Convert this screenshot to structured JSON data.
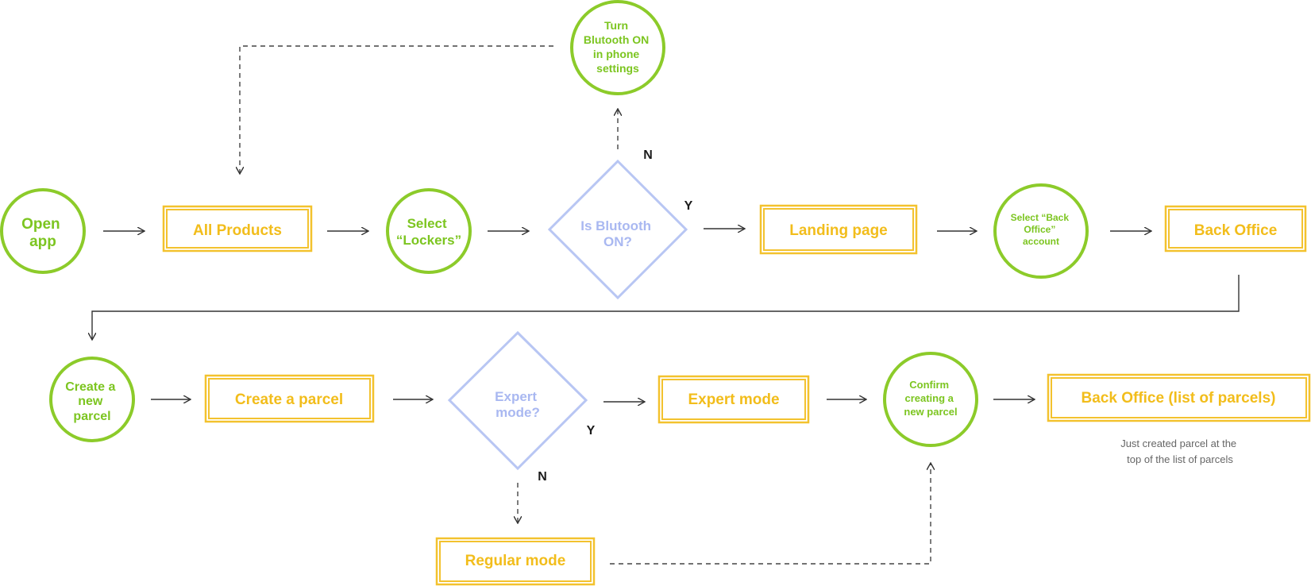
{
  "flowchart": {
    "open_app": [
      "Open",
      "app"
    ],
    "all_products": "All Products",
    "select_lockers": [
      "Select",
      "“Lockers”"
    ],
    "is_bluetooth_on": [
      "Is Blutooth",
      "ON?"
    ],
    "turn_bluetooth_on": [
      "Turn",
      "Blutooth ON",
      "in phone",
      "settings"
    ],
    "label_n_top": "N",
    "label_y_top": "Y",
    "landing_page": "Landing page",
    "select_back_office": [
      "Select “Back",
      "Office”",
      "account"
    ],
    "back_office": "Back Office",
    "create_new_parcel": [
      "Create a",
      "new",
      "parcel"
    ],
    "create_a_parcel": "Create a parcel",
    "expert_mode_q": [
      "Expert",
      "mode?"
    ],
    "label_y_bottom": "Y",
    "label_n_bottom": "N",
    "expert_mode": "Expert mode",
    "regular_mode": "Regular mode",
    "confirm_parcel": [
      "Confirm",
      "creating a",
      "new parcel"
    ],
    "back_office_list": "Back Office (list of parcels)",
    "note": [
      "Just created parcel at the",
      "top of the list of parcels"
    ]
  },
  "colors": {
    "green": "#8ccb2a",
    "yellow": "#f3c22e",
    "blue": "#b8c6f3",
    "line": "#333333"
  }
}
